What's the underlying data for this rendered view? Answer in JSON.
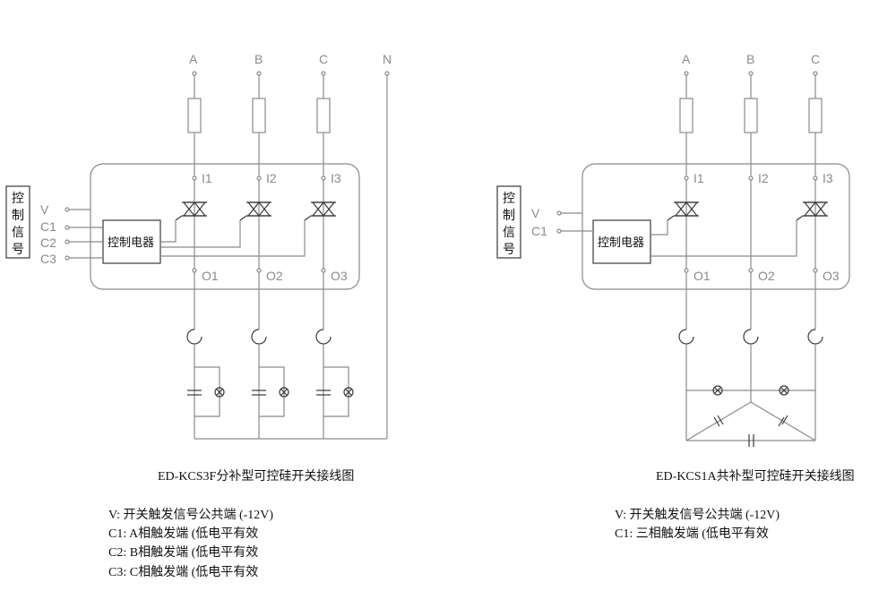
{
  "left": {
    "title": "ED-KCS3F分补型可控硅开关接线图",
    "phases": [
      "A",
      "B",
      "C",
      "N"
    ],
    "inputs": [
      "I1",
      "I2",
      "I3"
    ],
    "outputs": [
      "O1",
      "O2",
      "O3"
    ],
    "controller": "控制电器",
    "side_label": [
      "控",
      "制",
      "信",
      "号"
    ],
    "signals": [
      "V",
      "C1",
      "C2",
      "C3"
    ],
    "legend": [
      "V:  开关触发信号公共端 (-12V)",
      "C1: A相触发端 (低电平有效",
      "C2: B相触发端 (低电平有效",
      "C3: C相触发端 (低电平有效"
    ]
  },
  "right": {
    "title": "ED-KCS1A共补型可控硅开关接线图",
    "phases": [
      "A",
      "B",
      "C"
    ],
    "inputs": [
      "I1",
      "I2",
      "I3"
    ],
    "outputs": [
      "O1",
      "O2",
      "O3"
    ],
    "controller": "控制电器",
    "side_label": [
      "控",
      "制",
      "信",
      "号"
    ],
    "signals": [
      "V",
      "C1"
    ],
    "legend": [
      "V:  开关触发信号公共端 (-12V)",
      "C1: 三相触发端 (低电平有效"
    ]
  }
}
